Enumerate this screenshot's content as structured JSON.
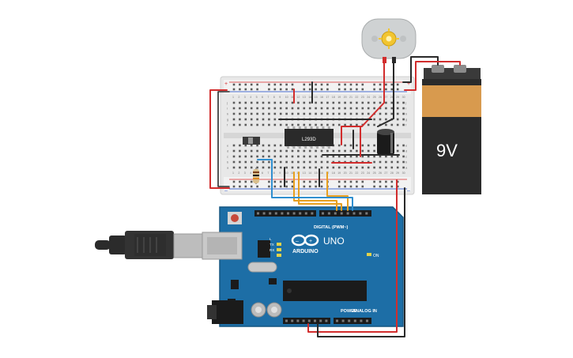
{
  "battery": {
    "label": "9V",
    "body_color": "#2b2b2b",
    "label_color": "#d89a4e"
  },
  "ic": {
    "label": "L293D"
  },
  "arduino": {
    "logo_text": "ARDUINO",
    "model": "UNO",
    "digital_label": "DIGITAL (PWM~)",
    "power_label": "POWER",
    "analog_label": "ANALOG IN",
    "on_label": "ON",
    "tx_label": "TX",
    "rx_label": "RX",
    "l_label": "L",
    "board_color": "#1d6ea6"
  },
  "breadboard": {
    "col_numbers": [
      "1",
      "2",
      "3",
      "4",
      "5",
      "6",
      "7",
      "8",
      "9",
      "10",
      "11",
      "12",
      "13",
      "14",
      "15",
      "16",
      "17",
      "18",
      "19",
      "20",
      "21",
      "22",
      "23",
      "24",
      "25",
      "26",
      "27",
      "28",
      "29",
      "30"
    ],
    "row_letters_top": [
      "j",
      "i",
      "h",
      "g",
      "f"
    ],
    "row_letters_bottom": [
      "e",
      "d",
      "c",
      "b",
      "a"
    ]
  },
  "motor": {
    "color": "#cfd2d3",
    "shaft_color": "#f2c530"
  },
  "wire_colors": {
    "red": "#d22d2d",
    "black": "#2a2a2a",
    "orange": "#e8a020",
    "blue": "#2f8fd0"
  }
}
